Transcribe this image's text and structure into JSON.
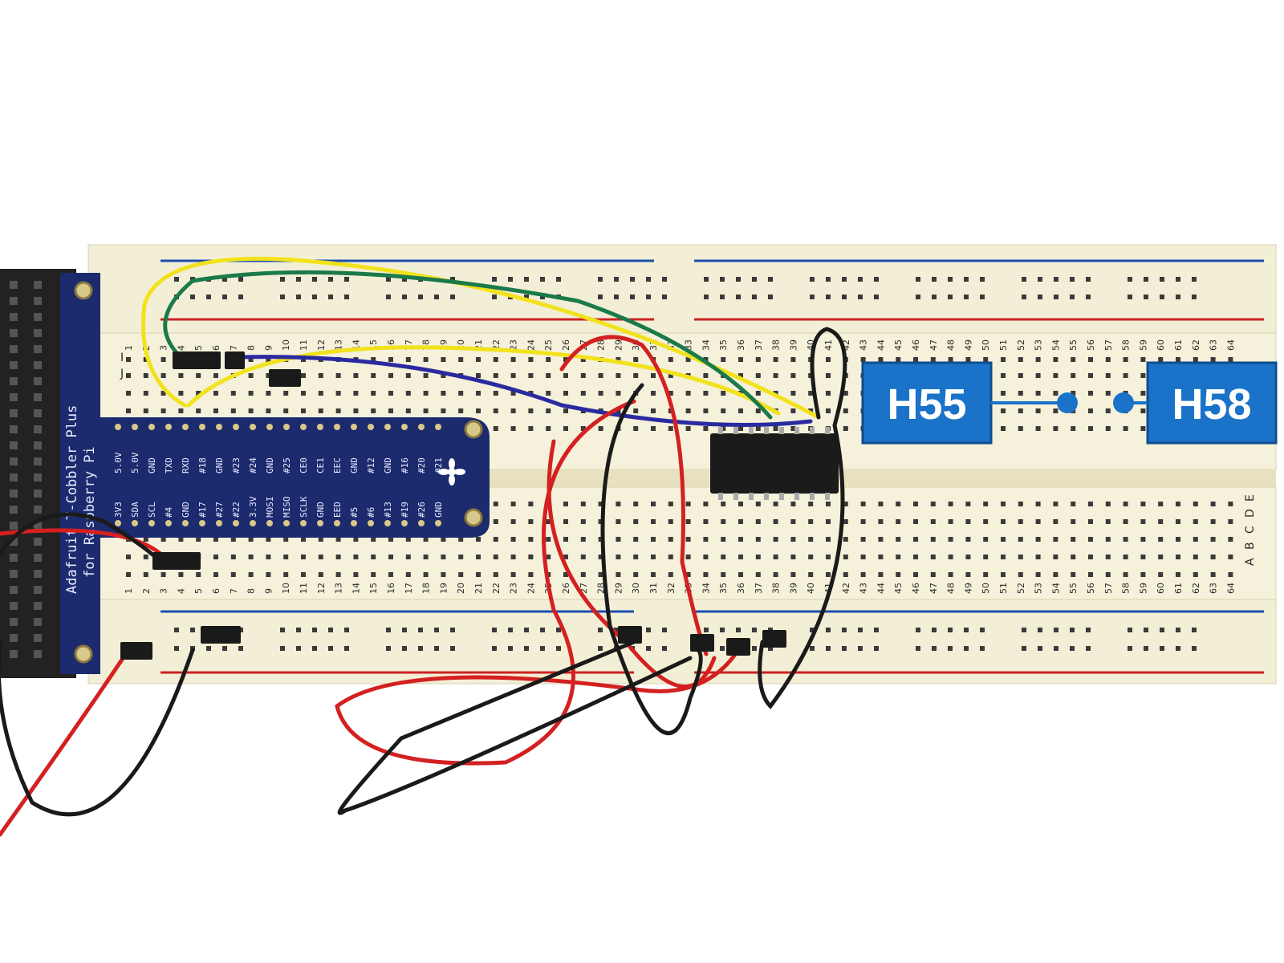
{
  "callouts": [
    {
      "label": "H55"
    },
    {
      "label": "H58"
    }
  ],
  "cobbler": {
    "title_line1": "Adafruit T-Cobbler Plus",
    "title_line2": "for Raspberry Pi",
    "top_pins": [
      "5.0V",
      "5.0V",
      "GND",
      "TXD",
      "RXD",
      "#18",
      "GND",
      "#23",
      "#24",
      "GND",
      "#25",
      "CE0",
      "CE1",
      "EEC",
      "GND",
      "#12",
      "GND",
      "#16",
      "#20",
      "#21"
    ],
    "bottom_pins": [
      "3V3",
      "SDA",
      "SCL",
      "#4",
      "GND",
      "#17",
      "#27",
      "#22",
      "3.3V",
      "MOSI",
      "MISO",
      "SCLK",
      "GND",
      "EED",
      "#5",
      "#6",
      "#13",
      "#19",
      "#26",
      "GND"
    ]
  },
  "breadboard": {
    "upper_row_labels": [
      "J",
      "I"
    ],
    "lower_row_labels": [
      "A",
      "B",
      "C",
      "D",
      "E"
    ],
    "column_count": 64
  },
  "colors": {
    "board": "#f3efd6",
    "cobbler": "#1c2a6e",
    "callout": "#1a73c9",
    "wire_red": "#d42020",
    "wire_black": "#1a1a1a",
    "wire_yellow": "#f2e21c",
    "wire_green": "#1a7a4a",
    "wire_blue": "#2a2aa0"
  }
}
